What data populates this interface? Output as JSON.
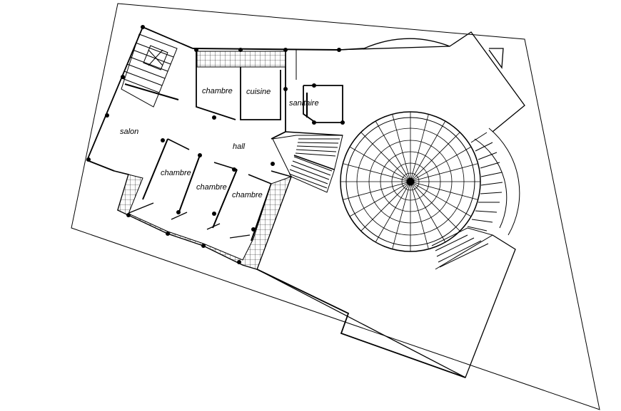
{
  "drawing": {
    "colors": {
      "background": "#ffffff",
      "ink": "#000000"
    },
    "labels": {
      "chambre_1": "chambre",
      "cuisine": "cuisine",
      "sanitaire": "sanitaire",
      "salon": "salon",
      "hall": "hall",
      "chambre_2": "chambre",
      "chambre_3": "chambre",
      "chambre_4": "chambre"
    }
  }
}
